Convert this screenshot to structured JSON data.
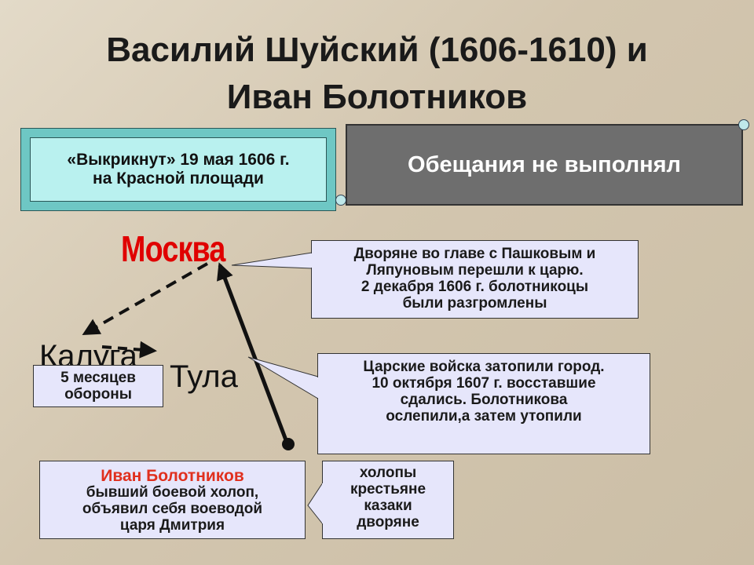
{
  "title": {
    "line1": "Василий Шуйский (1606-1610) и",
    "line2": "Иван Болотников"
  },
  "top_left_box": {
    "line1": "«Выкрикнут» 19 мая 1606 г.",
    "line2": "на Красной площади"
  },
  "top_right_box": "Обещания не выполнял",
  "map": {
    "moscow": "Москва",
    "kaluga": "Калуга",
    "tula": "Тула"
  },
  "callouts": {
    "moscow_note": {
      "line1": "Дворяне во главе с Пашковым и",
      "line2": "Ляпуновым перешли к царю.",
      "line3": "2 декабря 1606 г. болотникоцы",
      "line4": "были разгромлены"
    },
    "tula_note": {
      "line1": "Царские войска затопили город.",
      "line2": "10 октября 1607 г. восставшие",
      "line3": "сдались. Болотникова",
      "line4": "ослепили,а затем утопили"
    },
    "kaluga_note": {
      "line1": "5 месяцев",
      "line2": "обороны"
    },
    "participants": [
      "холопы",
      "крестьяне",
      "казаки",
      "дворяне"
    ]
  },
  "bolotnikov_box": {
    "name": "Иван Болотников",
    "line1": "бывший боевой холоп,",
    "line2": "объявил себя воеводой",
    "line3": "царя Дмитрия"
  },
  "colors": {
    "moscow_label": "#e00000",
    "name_highlight": "#e0301e",
    "lilac_box": "#e6e6fb",
    "teal_box": "#b9f1ef",
    "grey_box": "#6e6e6e"
  }
}
